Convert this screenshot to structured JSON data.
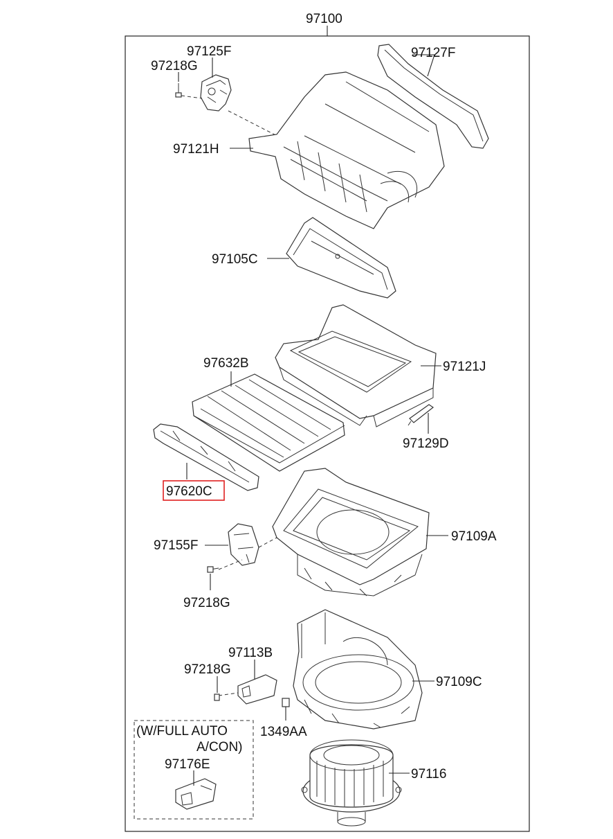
{
  "assembly_label": "97100",
  "parts": {
    "p97125F": "97125F",
    "p97218G_top": "97218G",
    "p97127F": "97127F",
    "p97121H": "97121H",
    "p97105C": "97105C",
    "p97632B": "97632B",
    "p97121J": "97121J",
    "p97129D": "97129D",
    "p97620C": "97620C",
    "p97155F": "97155F",
    "p97109A": "97109A",
    "p97218G_mid": "97218G",
    "p97113B": "97113B",
    "p97218G_low": "97218G",
    "p97109C": "97109C",
    "p1349AA": "1349AA",
    "p97116": "97116",
    "p97176E": "97176E"
  },
  "option_box": {
    "line1": "(W/FULL AUTO",
    "line2": "A/CON)"
  },
  "highlight_color": "#e02020"
}
